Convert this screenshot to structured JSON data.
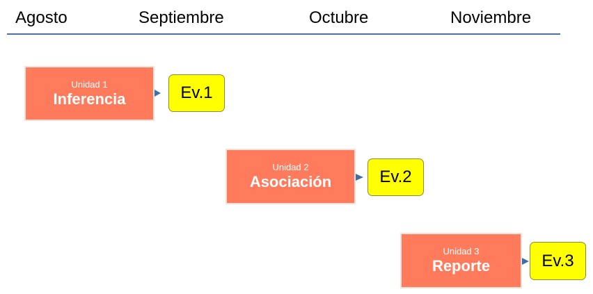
{
  "timeline": {
    "months": [
      "Agosto",
      "Septiembre",
      "Octubre",
      "Noviembre"
    ],
    "line_color": "#4a6fa5"
  },
  "units": [
    {
      "subtitle": "Unidad 1",
      "title": "Inferencia"
    },
    {
      "subtitle": "Unidad 2",
      "title": "Asociación"
    },
    {
      "subtitle": "Unidad 3",
      "title": "Reporte"
    }
  ],
  "evaluations": [
    {
      "label": "Ev.1"
    },
    {
      "label": "Ev.2"
    },
    {
      "label": "Ev.3"
    }
  ],
  "colors": {
    "unit_fill": "#ff7b5c",
    "evaluation_fill": "#ffff00",
    "connector": "#3f6ea8"
  }
}
